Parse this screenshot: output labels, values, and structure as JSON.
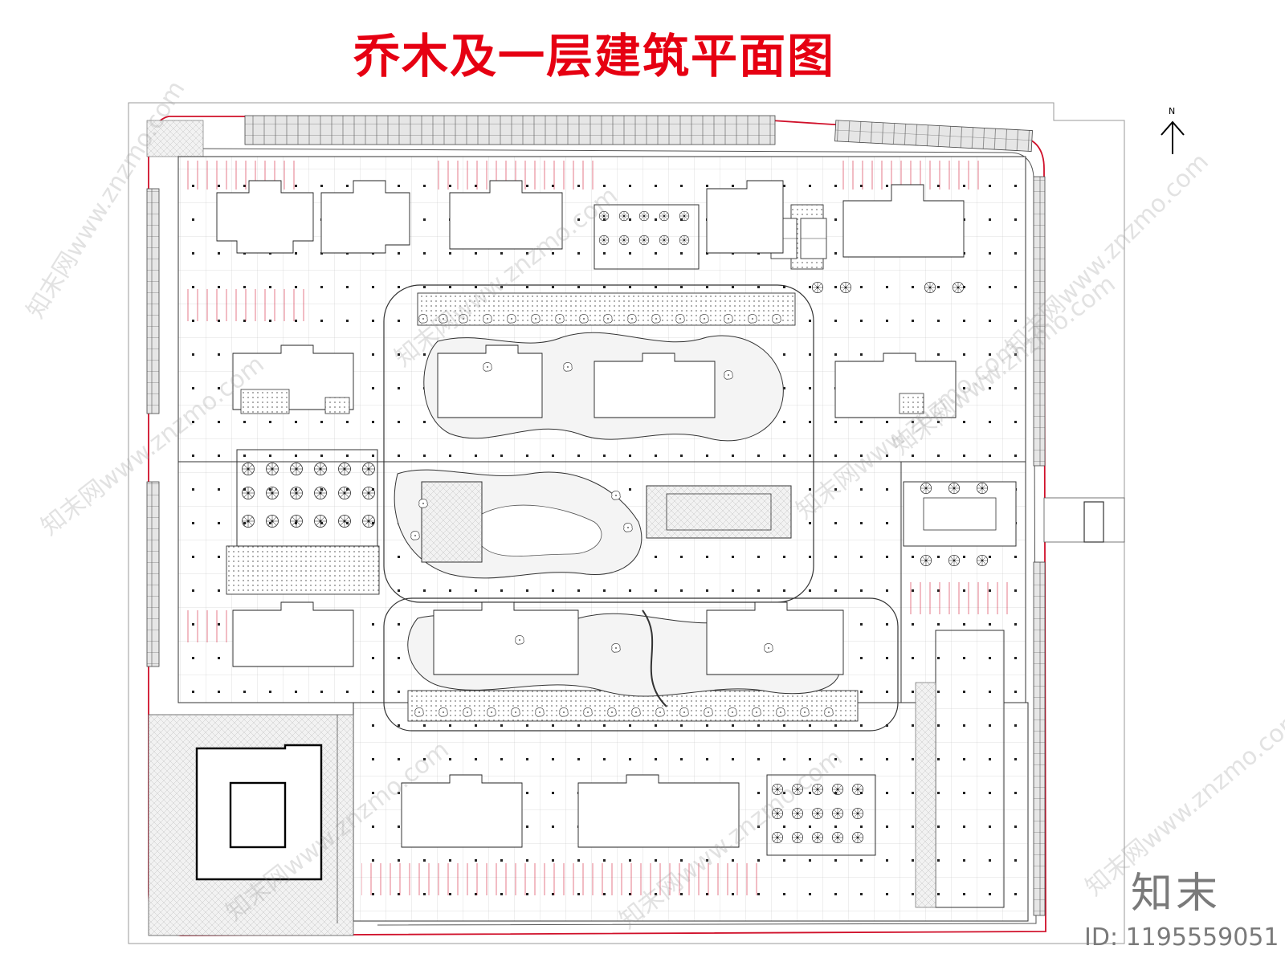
{
  "title": "乔木及一层建筑平面图",
  "north_label": "N",
  "brand": "知末",
  "asset_id": "ID: 1195559051",
  "watermark": "知末网www.znzmo.com",
  "colors": {
    "title": "#e60012",
    "boundary_red": "#d0102a",
    "line": "#333333",
    "grid": "#999999",
    "hatch": "#8a8a8a",
    "brand_gray": "#7a7a7a"
  }
}
